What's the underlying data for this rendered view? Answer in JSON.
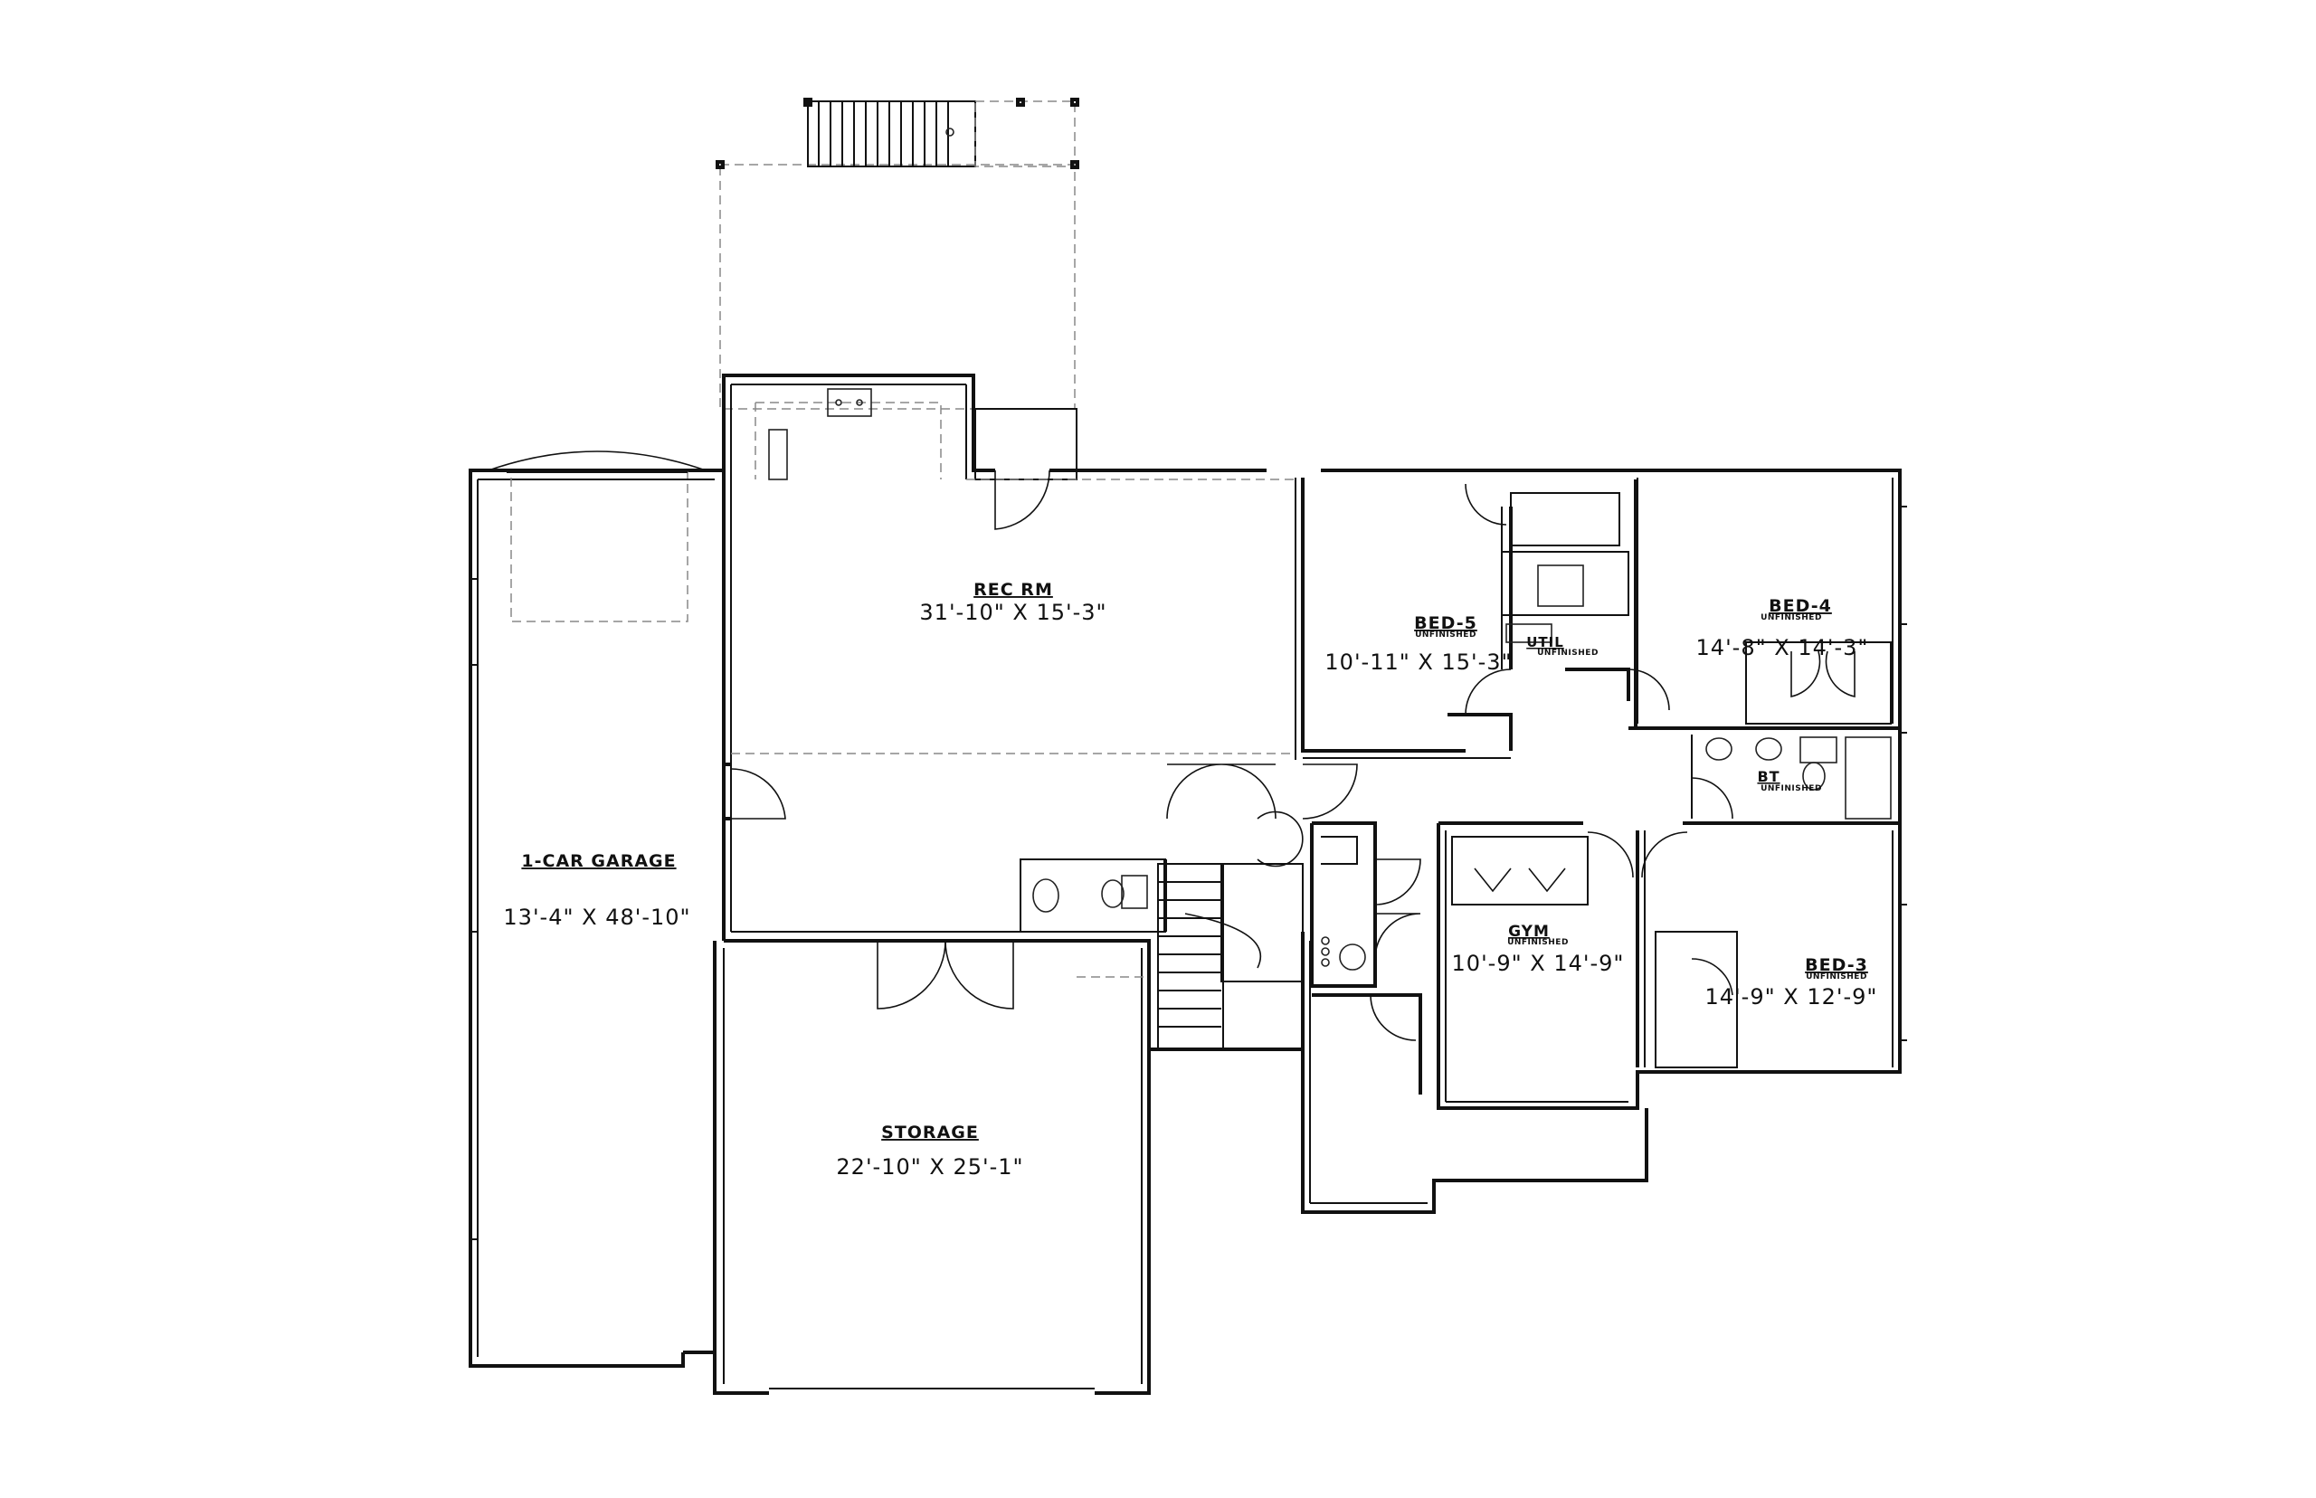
{
  "rooms": {
    "garage": {
      "name": "1-CAR GARAGE",
      "dims": "13'-4\" X 48'-10\""
    },
    "rec": {
      "name": "REC RM",
      "dims": "31'-10\" X 15'-3\""
    },
    "bed5": {
      "name": "BED-5",
      "sub": "UNFINISHED",
      "dims": "10'-11\" X 15'-3\""
    },
    "util": {
      "name": "UTIL",
      "sub": "UNFINISHED"
    },
    "bed4": {
      "name": "BED-4",
      "sub": "UNFINISHED",
      "dims": "14'-8\" X 14'-3\""
    },
    "bath": {
      "name": "BT",
      "sub": "UNFINISHED"
    },
    "gym": {
      "name": "GYM",
      "sub": "UNFINISHED",
      "dims": "10'-9\" X 14'-9\""
    },
    "bed3": {
      "name": "BED-3",
      "sub": "UNFINISHED",
      "dims": "14'-9\" X 12'-9\""
    },
    "storage": {
      "name": "STORAGE",
      "dims": "22'-10\" X 25'-1\""
    }
  }
}
